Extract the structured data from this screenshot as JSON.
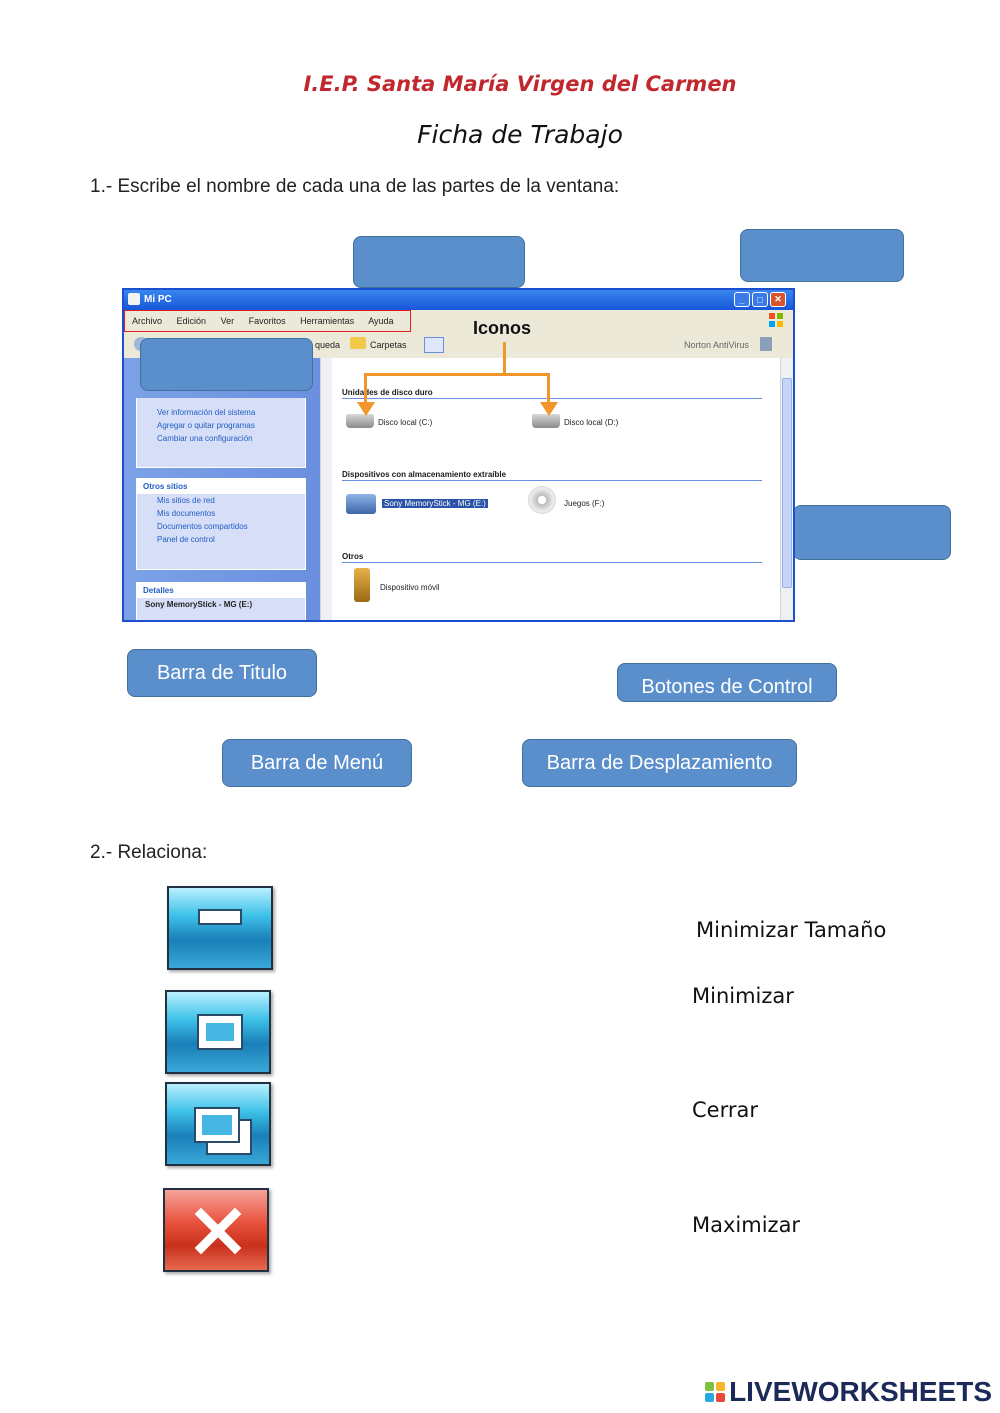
{
  "header": {
    "school": "I.E.P. Santa María Virgen del Carmen",
    "title": "Ficha de Trabajo"
  },
  "question1": {
    "text": "1.- Escribe el nombre de cada una de las partes de la ventana:",
    "labels": [
      "Barra de Titulo",
      "Botones de Control",
      "Barra de Menú",
      "Barra de Desplazamiento"
    ]
  },
  "window": {
    "title": "Mi PC",
    "menu": [
      "Archivo",
      "Edición",
      "Ver",
      "Favoritos",
      "Herramientas",
      "Ayuda"
    ],
    "toolbar": {
      "search_suffix": "queda",
      "folders": "Carpetas",
      "right_text": "Norton AntiVirus"
    },
    "icons_label": "Iconos",
    "sidebar": {
      "panel1_items": [
        "Ver información del sistema",
        "Agregar o quitar programas",
        "Cambiar una configuración"
      ],
      "panel2_title": "Otros sitios",
      "panel2_items": [
        "Mis sitios de red",
        "Mis documentos",
        "Documentos compartidos",
        "Panel de control"
      ],
      "panel3_title": "Detalles",
      "panel3_text": "Sony MemoryStick - MG (E:)"
    },
    "content": {
      "section1": "Unidades de disco duro",
      "drive_c": "Disco local (C:)",
      "drive_d": "Disco local (D:)",
      "section2": "Dispositivos con almacenamiento extraíble",
      "memstick": "Sony MemoryStick - MG (E:)",
      "cd": "Juegos (F:)",
      "section3": "Otros",
      "mobile": "Dispositivo móvil"
    }
  },
  "question2": {
    "text": "2.- Relaciona:",
    "icons": [
      "minimize-icon",
      "maximize-icon",
      "restore-icon",
      "close-icon"
    ],
    "options": [
      "Minimizar Tamaño",
      "Minimizar",
      "Cerrar",
      "Maximizar"
    ]
  },
  "footer": {
    "brand": "LIVEWORKSHEETS"
  },
  "colors": {
    "accent": "#5b8fcb",
    "school_red": "#c0282d",
    "arrow": "#f0962a"
  }
}
